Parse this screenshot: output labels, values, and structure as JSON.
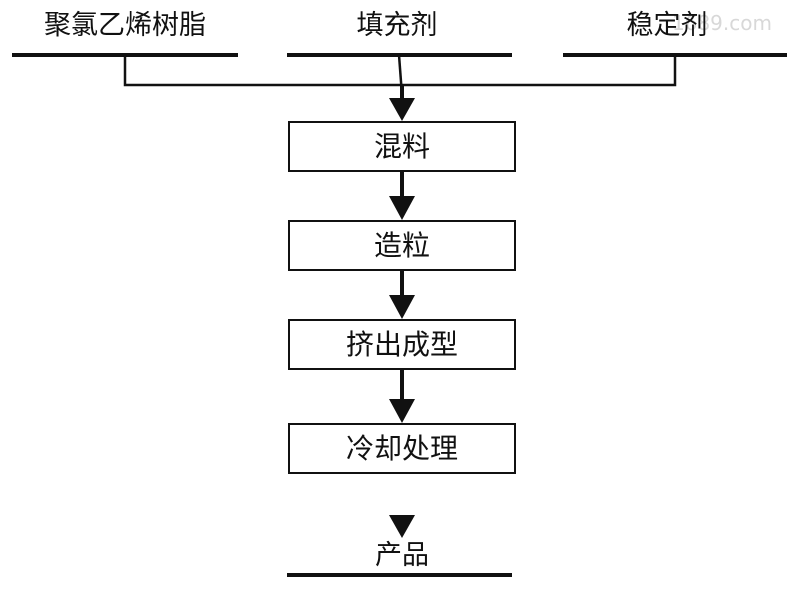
{
  "inputs": {
    "pvc_resin": "聚氯乙烯树脂",
    "filler": "填充剂",
    "stabilizer": "稳定剂"
  },
  "steps": {
    "mixing": "混料",
    "pelletizing": "造粒",
    "extrusion": "挤出成型",
    "cooling": "冷却处理"
  },
  "output": {
    "product": "产品"
  },
  "watermark": "1689.com",
  "colors": {
    "stroke": "#111111",
    "background": "#ffffff"
  }
}
